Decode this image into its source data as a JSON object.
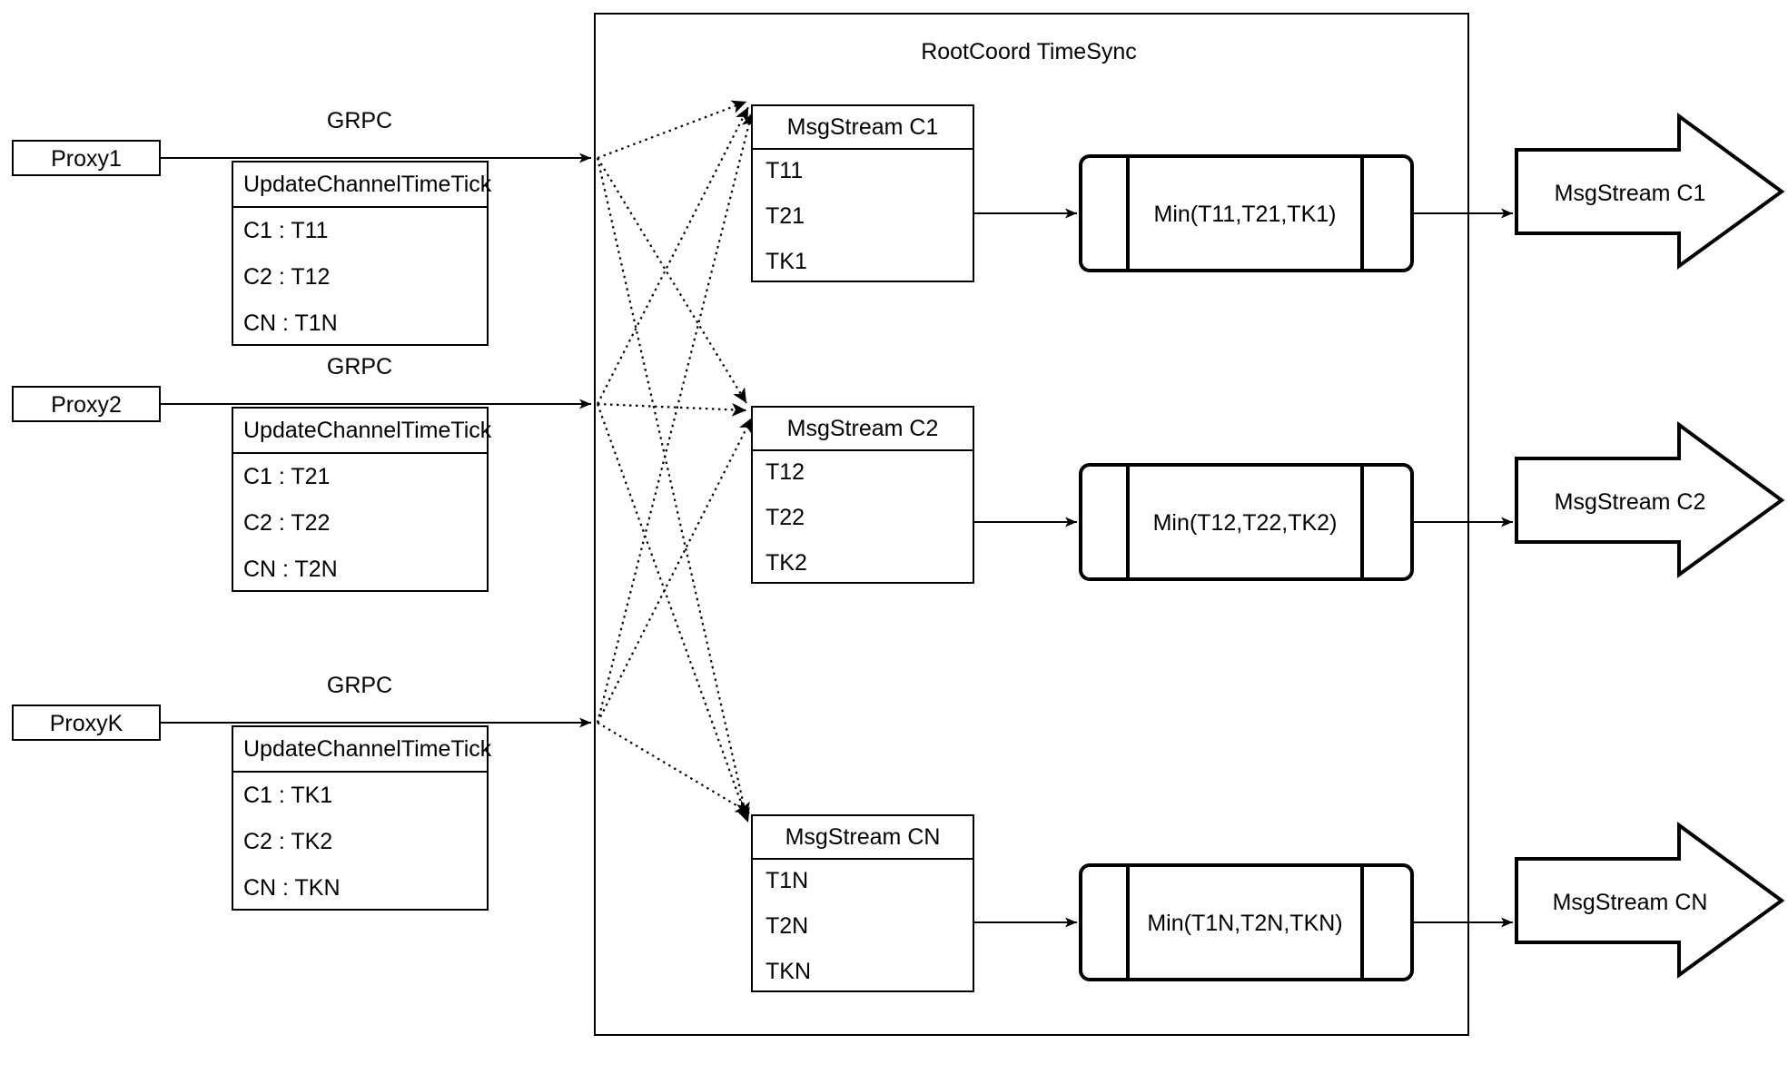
{
  "diagram": {
    "title": "RootCoord TimeSync",
    "container_label": "RootCoord TimeSync",
    "colors": {
      "stroke": "#000000",
      "background": "#ffffff",
      "text": "#000000"
    }
  },
  "proxies": [
    {
      "name": "Proxy1",
      "link_label": "GRPC",
      "request": {
        "header": "UpdateChannelTimeTick",
        "rows": [
          "C1 :  T11",
          "C2 :  T12",
          "CN : T1N"
        ]
      }
    },
    {
      "name": "Proxy2",
      "link_label": "GRPC",
      "request": {
        "header": "UpdateChannelTimeTick",
        "rows": [
          "C1 :  T21",
          "C2 :  T22",
          "CN : T2N"
        ]
      }
    },
    {
      "name": "ProxyK",
      "link_label": "GRPC",
      "request": {
        "header": "UpdateChannelTimeTick",
        "rows": [
          "C1 :  TK1",
          "C2 :  TK2",
          "CN : TKN"
        ]
      }
    }
  ],
  "channels": [
    {
      "stream": {
        "header": "MsgStream C1",
        "rows": [
          "T11",
          "T21",
          "TK1"
        ]
      },
      "process": "Min(T11,T21,TK1)",
      "output": "MsgStream C1"
    },
    {
      "stream": {
        "header": "MsgStream C2",
        "rows": [
          "T12",
          "T22",
          "TK2"
        ]
      },
      "process": "Min(T12,T22,TK2)",
      "output": "MsgStream C2"
    },
    {
      "stream": {
        "header": "MsgStream CN",
        "rows": [
          "T1N",
          "T2N",
          "TKN"
        ]
      },
      "process": "Min(T1N,T2N,TKN)",
      "output": "MsgStream CN"
    }
  ]
}
